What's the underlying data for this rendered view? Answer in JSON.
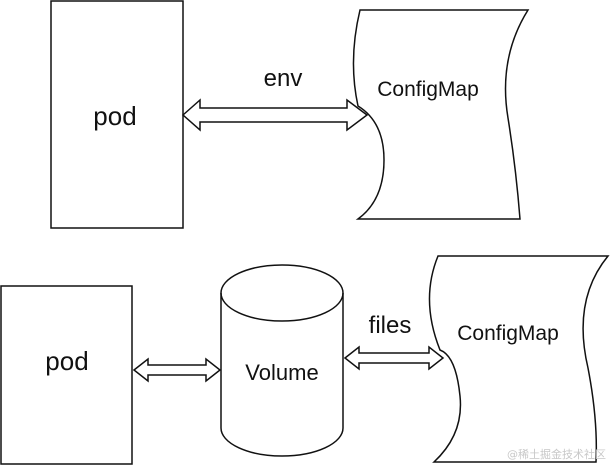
{
  "top": {
    "pod_label": "pod",
    "arrow_label": "env",
    "configmap_label": "ConfigMap"
  },
  "bottom": {
    "pod_label": "pod",
    "volume_label": "Volume",
    "arrow_label": "files",
    "configmap_label": "ConfigMap"
  },
  "watermark": "@稀土掘金技术社区",
  "colors": {
    "stroke": "#111111",
    "background": "#ffffff"
  }
}
